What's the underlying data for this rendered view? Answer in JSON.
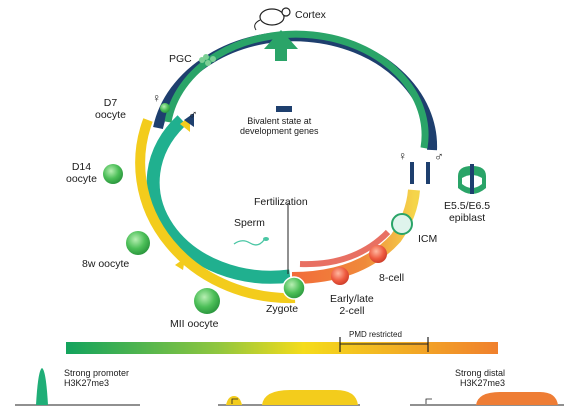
{
  "labels": {
    "cortex": "Cortex",
    "pgc": "PGC",
    "d7_oocyte": "D7\noocyte",
    "d14_oocyte": "D14\noocyte",
    "w8_oocyte": "8w oocyte",
    "mii_oocyte": "MII oocyte",
    "zygote": "Zygote",
    "early_late_2cell": "Early/late\n2-cell",
    "cell8": "8-cell",
    "icm": "ICM",
    "epiblast": "E5.5/E6.5\nepiblast",
    "fertilization": "Fertilization",
    "sperm": "Sperm",
    "bivalent_legend": "Bivalent state at\ndevelopment genes",
    "pmd_restricted": "PMD restricted",
    "strong_promoter": "Strong promoter\nH3K27me3",
    "strong_distal": "Strong distal\nH3K27me3"
  },
  "symbols": {
    "female": "♀",
    "male": "♂"
  },
  "colors": {
    "navy": "#1e3f6e",
    "green": "#22a06b",
    "teal": "#1bb29a",
    "yellow": "#f2cc1d",
    "orange": "#ee7d35",
    "red": "#e24c3c",
    "cell_green": "#4bbd5b"
  }
}
